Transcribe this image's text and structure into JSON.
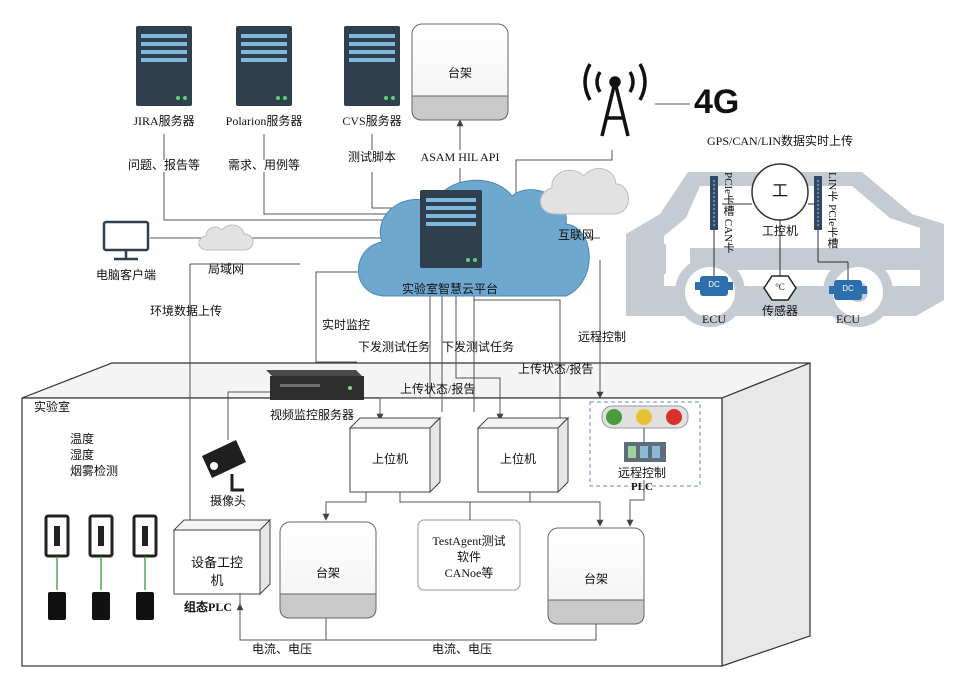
{
  "servers": [
    {
      "id": "jira",
      "label": "JIRA服务器",
      "sublabel": "问题、报告等"
    },
    {
      "id": "polarion",
      "label": "Polarion服务器",
      "sublabel": "需求、用例等"
    },
    {
      "id": "cvs",
      "label": "CVS服务器",
      "sublabel": "测试脚本"
    }
  ],
  "top_rack": {
    "label": "台架",
    "api_label": "ASAM HIL API"
  },
  "cloud": {
    "label": "实验室智慧云平台"
  },
  "internet": {
    "label": "互联网"
  },
  "lan": {
    "label": "局域网"
  },
  "pc_client": {
    "label": "电脑客户端"
  },
  "vehicle": {
    "tower_caption": "GPS/CAN/LIN数据实时上传",
    "can_card": "PCIe卡槽 CAN卡",
    "lin_card": "LIN卡 PCIe卡槽",
    "ipc_label": "工控机",
    "ipc_glyph": "工",
    "sensor_label": "传感器",
    "sensor_glyph": "°C",
    "ecu_left": "ECU",
    "ecu_right": "ECU",
    "ecu_chip": "DC",
    "network_4g": "4G"
  },
  "flows": {
    "env_upload": "环境数据上传",
    "realtime_monitor": "实时监控",
    "dispatch_left": "下发测试任务",
    "dispatch_right": "下发测试任务",
    "status_left": "上传状态/报告",
    "status_right": "上传状态/报告",
    "remote_ctrl": "远程控制",
    "current_voltage_left": "电流、电压",
    "current_voltage_right": "电流、电压"
  },
  "lab": {
    "title": "实验室",
    "env_sensors": [
      "温度",
      "湿度",
      "烟雾检测"
    ],
    "video_server": "视频监控服务器",
    "camera": "摄像头",
    "host_left": "上位机",
    "host_right": "上位机",
    "plc_remote_a": "远程控制",
    "plc_remote_b": "PLC",
    "equipment_ipc": "设备工控机",
    "plc_group": "组态PLC",
    "rack_left": "台架",
    "rack_right": "台架",
    "software": [
      "TestAgent测试",
      "软件",
      "CANoe等"
    ]
  },
  "colors": {
    "cloud": "#6fa8cf",
    "cloud_dark": "#4b87b6",
    "server": "#2f3f4e",
    "server_stripe": "#7fb7df",
    "line": "#555555",
    "car": "#c4cbd2",
    "ecu": "#2d6fae",
    "plc_red": "#d9302b",
    "plc_yellow": "#e5c233",
    "plc_green": "#4b9a3e"
  }
}
